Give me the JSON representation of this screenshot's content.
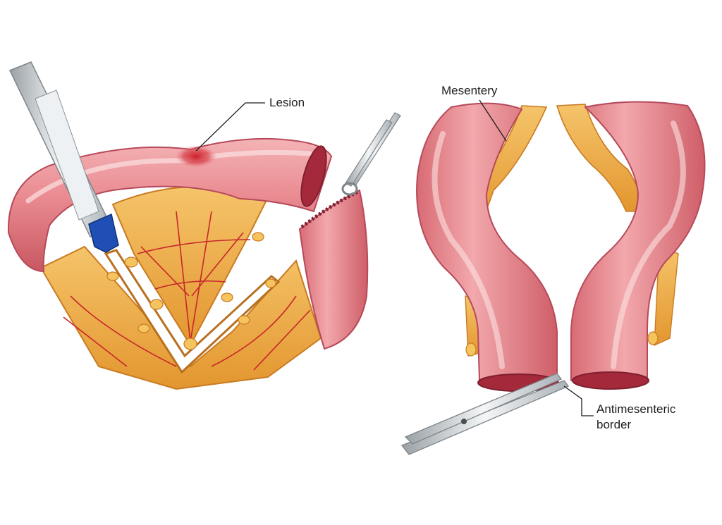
{
  "labels": {
    "lesion": "Lesion",
    "mesentery": "Mesentery",
    "antimesenteric_line1": "Antimesenteric",
    "antimesenteric_line2": "border"
  },
  "colors": {
    "bowel": "#e88a8f",
    "bowel_dark": "#c9545c",
    "bowel_light": "#f6bfc0",
    "lesion": "#d1232e",
    "mesentery": "#f0b049",
    "mesentery_dark": "#c97b22",
    "vessel": "#c8262b",
    "fat": "#f5c45f",
    "instrument": "#cfd4d8",
    "clamp_tip": "#1f4fb4"
  }
}
